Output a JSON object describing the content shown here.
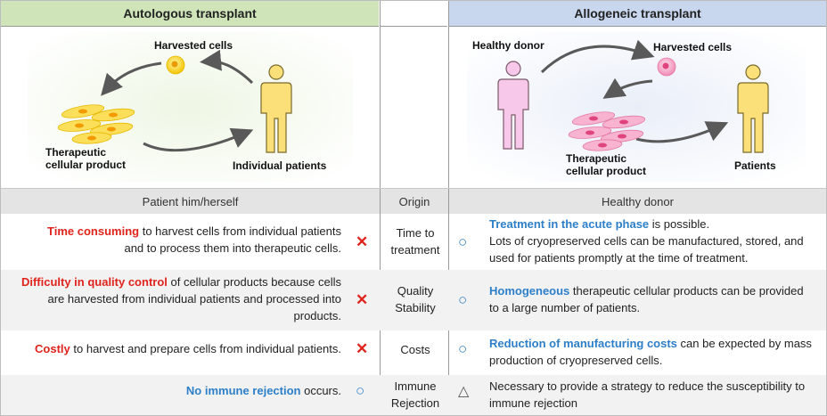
{
  "headers": {
    "left": "Autologous transplant",
    "right": "Allogeneic transplant"
  },
  "autologous": {
    "harvested_cells": "Harvested cells",
    "therapeutic_line1": "Therapeutic",
    "therapeutic_line2": "cellular product",
    "patients": "Individual patients"
  },
  "allogeneic": {
    "donor": "Healthy donor",
    "harvested_cells": "Harvested cells",
    "therapeutic_line1": "Therapeutic",
    "therapeutic_line2": "cellular product",
    "patients": "Patients"
  },
  "origin": {
    "left": "Patient him/herself",
    "mid": "Origin",
    "right": "Healthy donor"
  },
  "rows": [
    {
      "left_highlight": "Time consuming",
      "left_rest1": " to harvest cells from individual patients",
      "left_line2": "and to process them into therapeutic cells.",
      "left_mark": "✕",
      "mid_line1": "Time to",
      "mid_line2": "treatment",
      "right_mark": "○",
      "right_highlight": "Treatment in the acute phase",
      "right_rest1": " is possible.",
      "right_line2": "Lots of cryopreserved  cells can be manufactured, stored, and",
      "right_line3": "used for patients promptly at the time of treatment."
    },
    {
      "left_highlight": "Difficulty in quality control",
      "left_rest1": " of cellular products because cells",
      "left_line2": "are harvested from individual patients and processed into",
      "left_line3": "products.",
      "left_mark": "✕",
      "mid_line1": "Quality",
      "mid_line2": "Stability",
      "right_mark": "○",
      "right_highlight": "Homogeneous",
      "right_rest1": " therapeutic cellular products can be provided",
      "right_line2": "to  a large number of patients."
    },
    {
      "left_highlight": "Costly",
      "left_rest1": " to harvest and prepare cells from individual patients.",
      "left_mark": "✕",
      "mid_line1": "Costs",
      "right_mark": "○",
      "right_highlight": "Reduction of manufacturing costs",
      "right_rest1": " can be expected by mass",
      "right_line2": "production of cryopreserved  cells."
    },
    {
      "left_highlight": "No immune rejection",
      "left_rest1": " occurs.",
      "left_mark": "○",
      "mid_line1": "Immune",
      "mid_line2": "Rejection",
      "right_mark": "△",
      "right_line1": "Necessary to provide a strategy to reduce the susceptibility to",
      "right_line2": "immune rejection"
    }
  ],
  "colors": {
    "autologous_header": "#cfe5b9",
    "allogeneic_header": "#c8d6ee",
    "highlight_red": "#e0231c",
    "highlight_blue": "#2c7fc8"
  },
  "icons": [
    "person-yellow-icon",
    "person-pink-icon",
    "cell-yellow-icon",
    "cell-pink-icon",
    "cross-mark-icon",
    "circle-mark-icon",
    "triangle-mark-icon"
  ]
}
